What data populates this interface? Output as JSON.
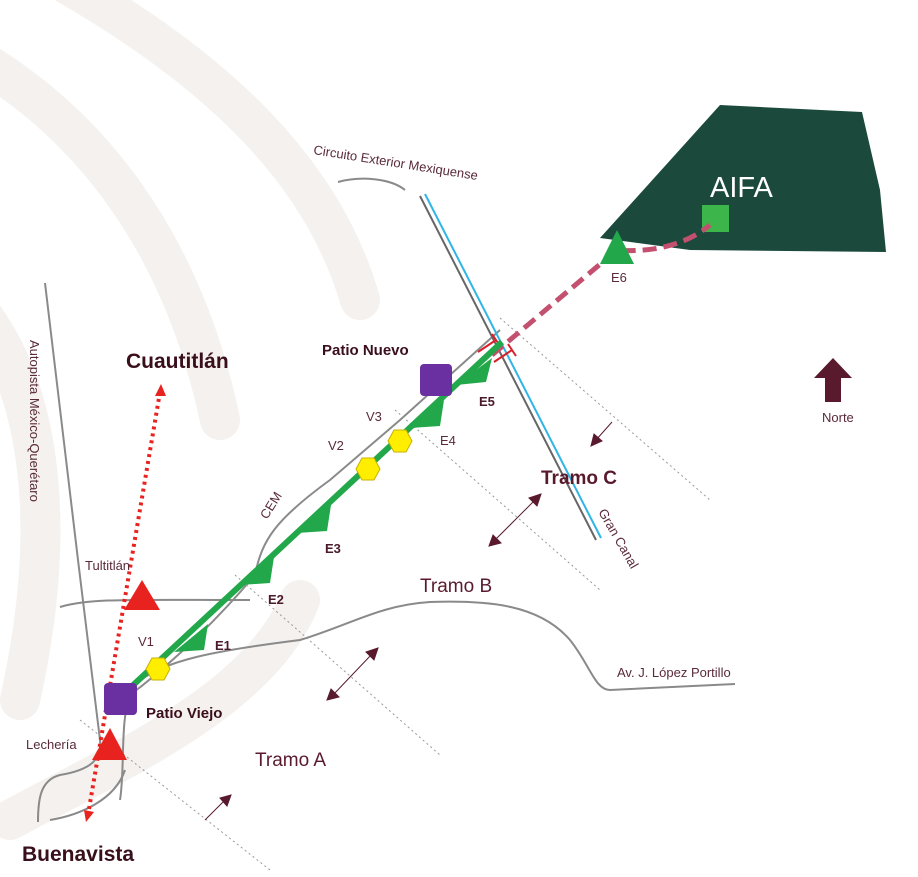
{
  "title": "AIFA",
  "places": {
    "cuautitlan": "Cuautitlán",
    "buenavista": "Buenavista",
    "tultitlan": "Tultitlán",
    "lecheria": "Lechería",
    "patio_nuevo": "Patio Nuevo",
    "patio_viejo": "Patio Viejo"
  },
  "roads": {
    "circuito": "Circuito Exterior Mexiquense",
    "autopista": "Autopista México-Querétaro",
    "cem": "CEM",
    "lopez_portillo": "Av. J. López Portillo",
    "gran_canal": "Gran Canal"
  },
  "tramos": {
    "a": "Tramo A",
    "b": "Tramo B",
    "c": "Tramo C"
  },
  "stations": [
    "E1",
    "E2",
    "E3",
    "E4",
    "E5",
    "E6"
  ],
  "viaducts": [
    "V1",
    "V2",
    "V3"
  ],
  "north": "Norte",
  "colors": {
    "aifa": "#1b4a3c",
    "line": "#22a84a",
    "extension": "#c4506f",
    "suburbano": "#e8231f",
    "patio": "#6a2fa0",
    "viaduct": "#ffee00",
    "text": "#5a1a2e"
  }
}
